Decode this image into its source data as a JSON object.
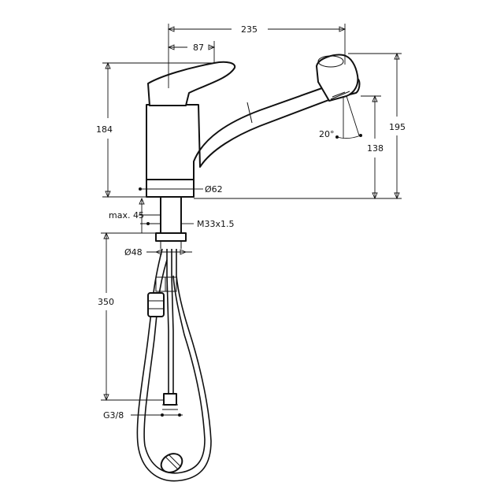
{
  "dimensions": {
    "width_total": "235",
    "width_lever": "87",
    "height_body": "184",
    "height_spout": "195",
    "height_spray": "138",
    "angle": "20°",
    "diameter_base": "Ø62",
    "max_thickness": "max. 45",
    "thread": "M33x1.5",
    "diameter_hole": "Ø48",
    "hose_length": "350",
    "connection": "G3/8"
  }
}
